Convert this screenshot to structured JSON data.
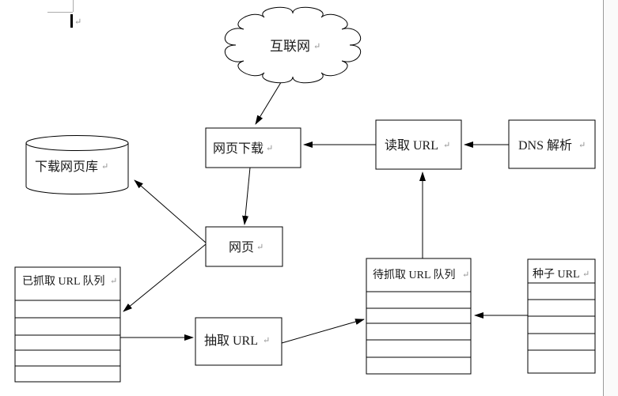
{
  "document": {
    "paragraph_mark": "↵",
    "colors": {
      "stroke": "#000000",
      "paragraph_mark": "#8f8f8f",
      "page_edge_line": "#9a9a9a",
      "page_outside": "#fafafa",
      "margin_mark": "#ababab",
      "cursor": "#000000"
    }
  },
  "diagram": {
    "nodes": {
      "internet": {
        "label": "互联网",
        "shape": "cloud"
      },
      "web_download": {
        "label": "网页下载",
        "shape": "rect"
      },
      "read_url": {
        "label": "读取 URL",
        "shape": "rect"
      },
      "dns_resolve": {
        "label": "DNS 解析",
        "shape": "rect"
      },
      "download_page_store": {
        "label": "下载网页库",
        "shape": "cylinder"
      },
      "web_page": {
        "label": "网页",
        "shape": "rect"
      },
      "extract_url": {
        "label": "抽取 URL",
        "shape": "rect"
      },
      "crawled_url_queue": {
        "label": "已抓取 URL 队列",
        "shape": "table",
        "empty_rows": 5
      },
      "to_crawl_url_queue": {
        "label": "待抓取 URL 队列",
        "shape": "table",
        "empty_rows": 5
      },
      "seed_url": {
        "label": "种子 URL",
        "shape": "table",
        "empty_rows": 5
      }
    },
    "edges": [
      {
        "from": "internet",
        "to": "web_download"
      },
      {
        "from": "read_url",
        "to": "web_download"
      },
      {
        "from": "dns_resolve",
        "to": "read_url"
      },
      {
        "from": "to_crawl_url_queue",
        "to": "read_url"
      },
      {
        "from": "web_download",
        "to": "web_page"
      },
      {
        "from": "web_page",
        "to": "download_page_store"
      },
      {
        "from": "web_page",
        "to": "crawled_url_queue"
      },
      {
        "from": "crawled_url_queue",
        "to": "extract_url"
      },
      {
        "from": "extract_url",
        "to": "to_crawl_url_queue"
      },
      {
        "from": "seed_url",
        "to": "to_crawl_url_queue"
      }
    ]
  }
}
